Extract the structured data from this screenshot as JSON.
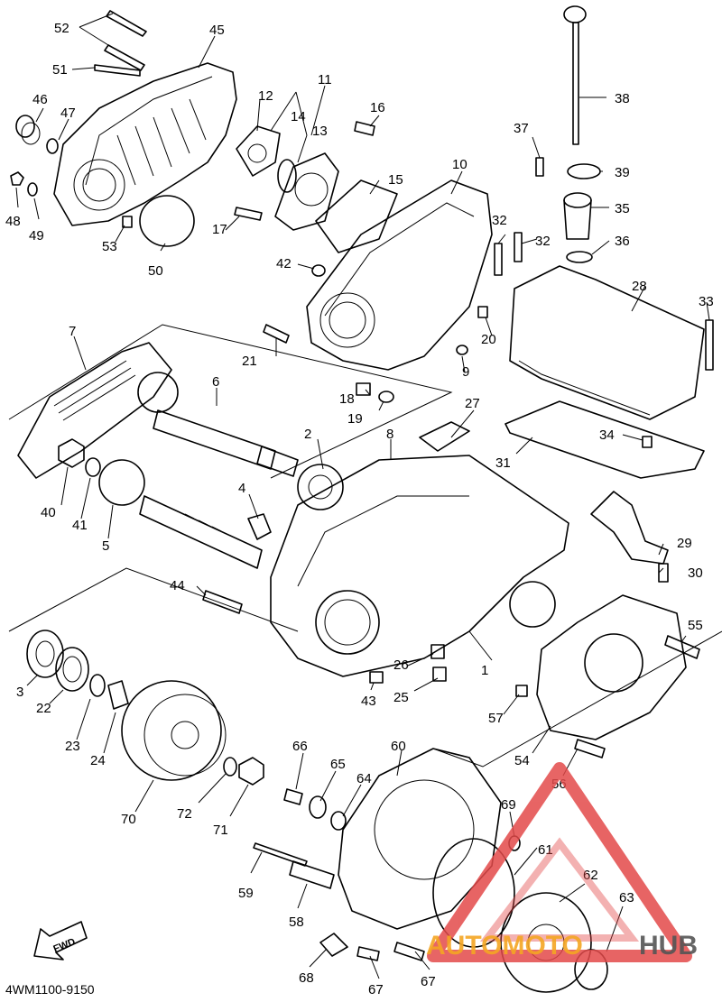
{
  "diagram_code": "4WM1100-9150",
  "fwd_label": "FWD",
  "watermark": {
    "brand_a": "AUTOMOTO",
    "brand_b": "HUB",
    "color_a": "#f5a623",
    "color_b": "#555555",
    "logo_color": "#e34a4a"
  },
  "callouts": [
    "1",
    "2",
    "3",
    "4",
    "5",
    "6",
    "7",
    "8",
    "9",
    "10",
    "11",
    "12",
    "13",
    "14",
    "15",
    "16",
    "17",
    "18",
    "19",
    "20",
    "21",
    "22",
    "23",
    "24",
    "25",
    "26",
    "27",
    "28",
    "29",
    "30",
    "31",
    "32",
    "32",
    "33",
    "34",
    "35",
    "36",
    "37",
    "38",
    "39",
    "40",
    "41",
    "42",
    "43",
    "44",
    "45",
    "46",
    "47",
    "48",
    "49",
    "50",
    "51",
    "52",
    "53",
    "54",
    "55",
    "56",
    "57",
    "58",
    "59",
    "60",
    "61",
    "62",
    "63",
    "64",
    "65",
    "66",
    "67",
    "67",
    "68",
    "69",
    "70",
    "71",
    "72"
  ]
}
